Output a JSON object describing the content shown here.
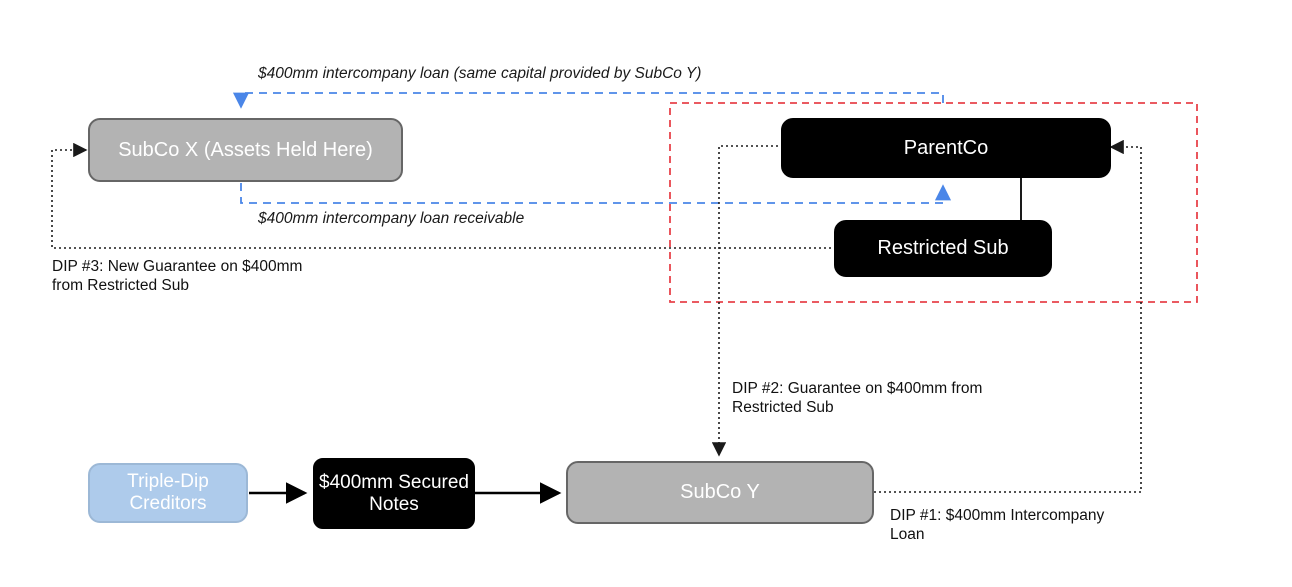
{
  "diagram": {
    "title": "Triple-Dip Structure Diagram",
    "colors": {
      "gray_fill": "#b3b3b3",
      "gray_border": "#666666",
      "black_fill": "#000000",
      "blue_fill": "#aecbeb",
      "blue_dashed_line": "#4a86e8",
      "red_dashed_box": "#e8434b",
      "dotted_line": "#3f3f3f",
      "solid_line": "#000000",
      "text_on_fill": "#ffffff",
      "label_text": "#111111"
    }
  },
  "nodes": {
    "subco_x": {
      "label": "SubCo X (Assets Held Here)"
    },
    "parentco": {
      "label": "ParentCo"
    },
    "restricted_sub": {
      "label": "Restricted Sub"
    },
    "triple_dip_creditors": {
      "label": "Triple-Dip\nCreditors"
    },
    "secured_notes": {
      "label": "$400mm\nSecured\nNotes"
    },
    "subco_y": {
      "label": "SubCo Y"
    }
  },
  "annotations": {
    "intercompany_loan_top": "$400mm intercompany loan (same capital provided by SubCo Y)",
    "intercompany_loan_receivable": "$400mm intercompany loan receivable",
    "dip3": "DIP #3: New Guarantee on $400mm\nfrom Restricted Sub",
    "dip2": "DIP #2: Guarantee on $400mm from\nRestricted Sub",
    "dip1": "DIP #1: $400mm Intercompany\nLoan"
  }
}
